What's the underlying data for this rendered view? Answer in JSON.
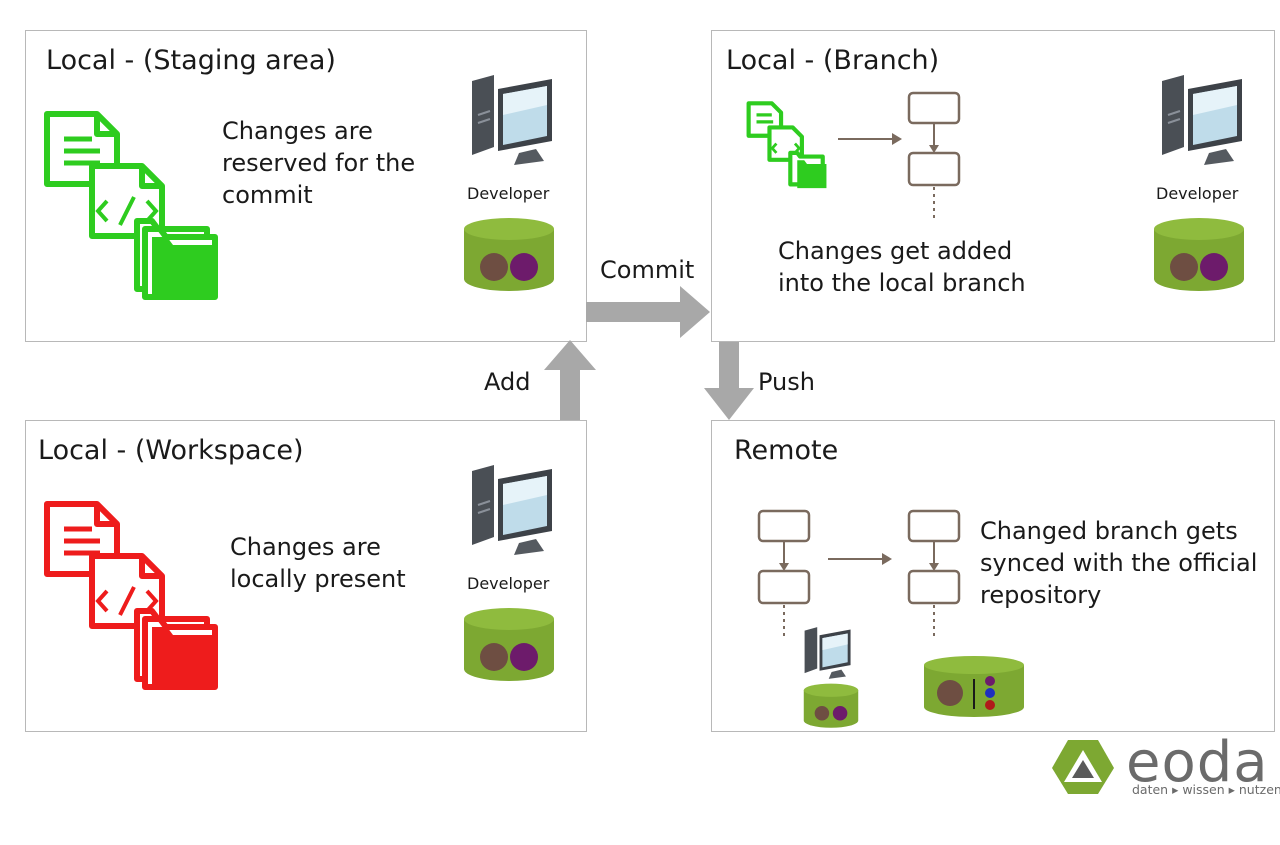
{
  "panels": {
    "staging": {
      "title": "Local - (Staging area)",
      "desc": [
        "Changes are",
        "reserved for the",
        "commit"
      ],
      "developer": "Developer"
    },
    "branch": {
      "title": "Local - (Branch)",
      "desc": [
        "Changes get added",
        "into the local branch"
      ],
      "developer": "Developer"
    },
    "workspace": {
      "title": "Local - (Workspace)",
      "desc": [
        "Changes are",
        "locally present"
      ],
      "developer": "Developer"
    },
    "remote": {
      "title": "Remote",
      "desc": [
        "Changed branch gets",
        "synced with the official",
        "repository"
      ]
    }
  },
  "flows": {
    "commit": "Commit",
    "add": "Add",
    "push": "Push"
  },
  "brand": {
    "name": "eoda",
    "tagline": "daten ▸ wissen ▸ nutzen"
  },
  "colors": {
    "staging_files": "#2ecc1f",
    "workspace_files": "#ee1c1c",
    "db_green": "#7da832",
    "db_brown": "#6e4e42",
    "db_purple": "#6d1b6b",
    "arrow_gray": "#a8a8a8",
    "node_brown": "#7a6a5e"
  },
  "icons": [
    "file-stack-icon",
    "computer-icon",
    "database-icon",
    "commit-node-icon"
  ]
}
